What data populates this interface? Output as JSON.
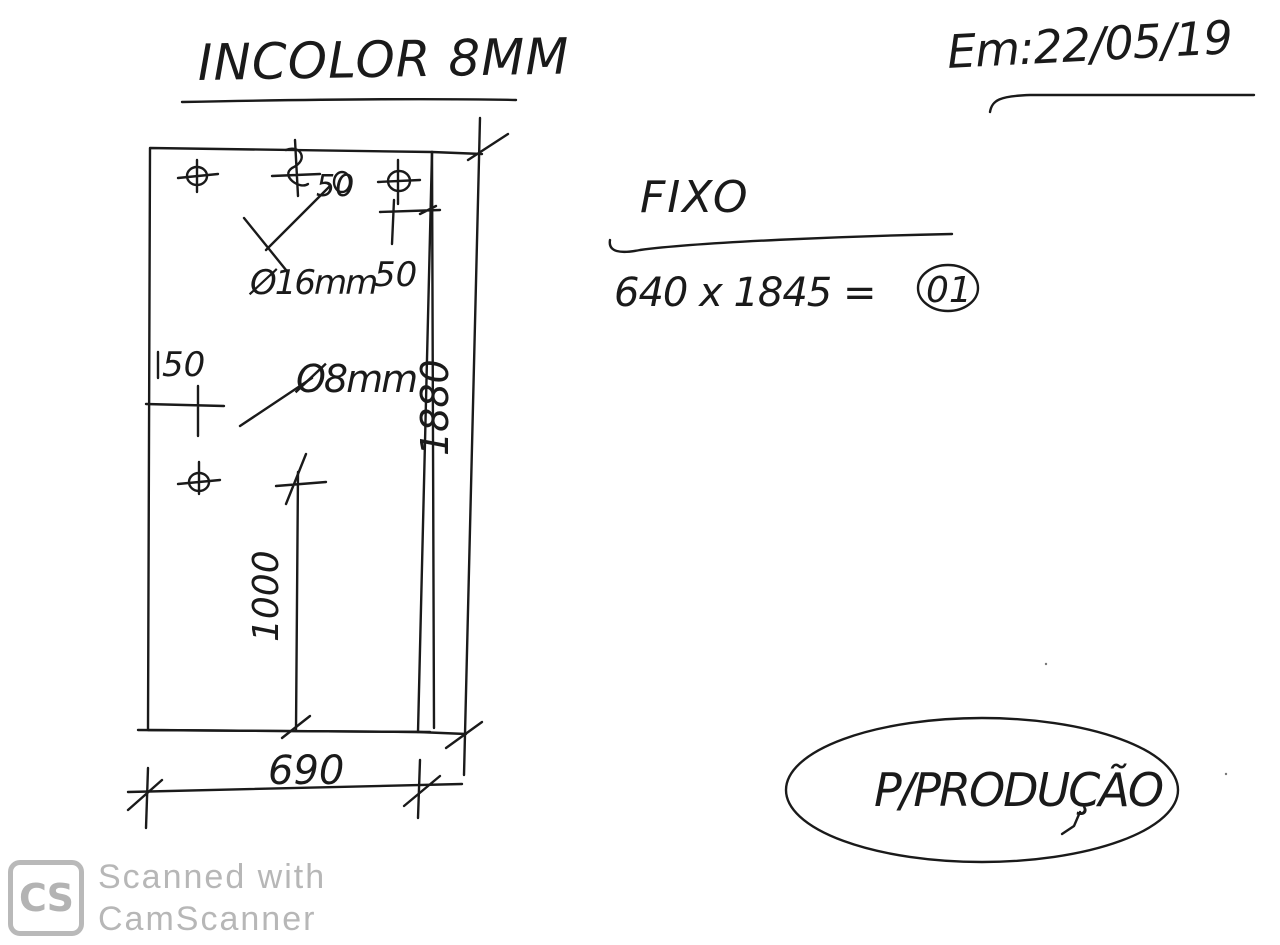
{
  "header": {
    "material": "INCOLOR 8MM",
    "date": "Em:22/05/19"
  },
  "drawing": {
    "hole_spacing": "50",
    "hole_diameter_large": "Ø16mm",
    "top_offset": "50",
    "left_offset": "50",
    "hole_diameter_small": "Ø8mm",
    "height": "1880",
    "inner_height": "1000",
    "width": "690"
  },
  "spec": {
    "type": "FIXO",
    "dimensions": "640 x 1845 =",
    "quantity": "01"
  },
  "stamp": "P/PRODUÇÃO",
  "watermark": {
    "logo": "CS",
    "line1": "Scanned with",
    "line2": "CamScanner"
  },
  "colors": {
    "ink": "#1a1a1a",
    "watermark": "#b7b7b7"
  }
}
